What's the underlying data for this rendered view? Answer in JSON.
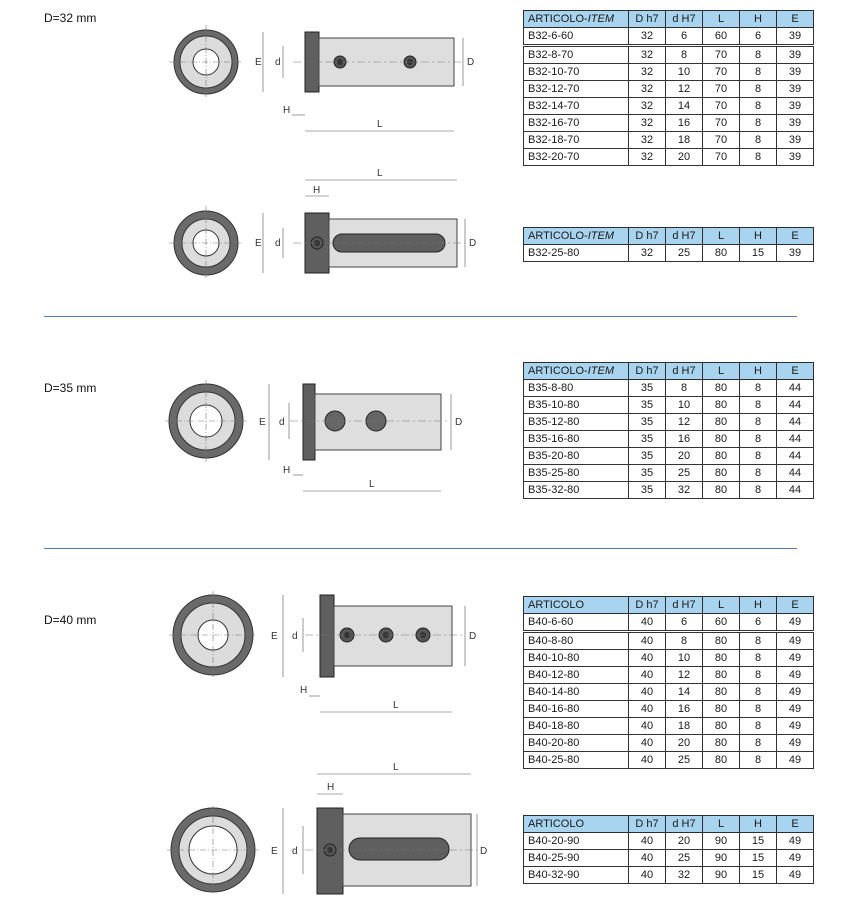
{
  "sections": [
    {
      "label": "D=32 mm"
    },
    {
      "label": "D=35 mm"
    },
    {
      "label": "D=40 mm"
    }
  ],
  "dim_letters": {
    "E": "E",
    "d": "d",
    "D": "D",
    "H": "H",
    "L": "L"
  },
  "headers_item": [
    "ARTICOLO-",
    "ITEM"
  ],
  "headers_articolo": "ARTICOLO",
  "columns": [
    "D h7",
    "d H7",
    "L",
    "H",
    "E"
  ],
  "tables": {
    "t32a": {
      "header_type": "item",
      "first_row": [
        "B32-6-60",
        "32",
        "6",
        "60",
        "6",
        "39"
      ],
      "rows": [
        [
          "B32-8-70",
          "32",
          "8",
          "70",
          "8",
          "39"
        ],
        [
          "B32-10-70",
          "32",
          "10",
          "70",
          "8",
          "39"
        ],
        [
          "B32-12-70",
          "32",
          "12",
          "70",
          "8",
          "39"
        ],
        [
          "B32-14-70",
          "32",
          "14",
          "70",
          "8",
          "39"
        ],
        [
          "B32-16-70",
          "32",
          "16",
          "70",
          "8",
          "39"
        ],
        [
          "B32-18-70",
          "32",
          "18",
          "70",
          "8",
          "39"
        ],
        [
          "B32-20-70",
          "32",
          "20",
          "70",
          "8",
          "39"
        ]
      ]
    },
    "t32b": {
      "header_type": "item",
      "rows": [
        [
          "B32-25-80",
          "32",
          "25",
          "80",
          "15",
          "39"
        ]
      ]
    },
    "t35": {
      "header_type": "item",
      "rows": [
        [
          "B35-8-80",
          "35",
          "8",
          "80",
          "8",
          "44"
        ],
        [
          "B35-10-80",
          "35",
          "10",
          "80",
          "8",
          "44"
        ],
        [
          "B35-12-80",
          "35",
          "12",
          "80",
          "8",
          "44"
        ],
        [
          "B35-16-80",
          "35",
          "16",
          "80",
          "8",
          "44"
        ],
        [
          "B35-20-80",
          "35",
          "20",
          "80",
          "8",
          "44"
        ],
        [
          "B35-25-80",
          "35",
          "25",
          "80",
          "8",
          "44"
        ],
        [
          "B35-32-80",
          "35",
          "32",
          "80",
          "8",
          "44"
        ]
      ]
    },
    "t40a": {
      "header_type": "articolo",
      "first_row": [
        "B40-6-60",
        "40",
        "6",
        "60",
        "6",
        "49"
      ],
      "rows": [
        [
          "B40-8-80",
          "40",
          "8",
          "80",
          "8",
          "49"
        ],
        [
          "B40-10-80",
          "40",
          "10",
          "80",
          "8",
          "49"
        ],
        [
          "B40-12-80",
          "40",
          "12",
          "80",
          "8",
          "49"
        ],
        [
          "B40-14-80",
          "40",
          "14",
          "80",
          "8",
          "49"
        ],
        [
          "B40-16-80",
          "40",
          "16",
          "80",
          "8",
          "49"
        ],
        [
          "B40-18-80",
          "40",
          "18",
          "80",
          "8",
          "49"
        ],
        [
          "B40-20-80",
          "40",
          "20",
          "80",
          "8",
          "49"
        ],
        [
          "B40-25-80",
          "40",
          "25",
          "80",
          "8",
          "49"
        ]
      ]
    },
    "t40b": {
      "header_type": "articolo",
      "rows": [
        [
          "B40-20-90",
          "40",
          "20",
          "90",
          "15",
          "49"
        ],
        [
          "B40-25-90",
          "40",
          "25",
          "90",
          "15",
          "49"
        ],
        [
          "B40-32-90",
          "40",
          "32",
          "90",
          "15",
          "49"
        ]
      ]
    }
  },
  "colors": {
    "header_bg": "#a8d4ef",
    "separator": "#5b7aa3",
    "collar": "#5f5f5f",
    "body": "#dedede"
  }
}
